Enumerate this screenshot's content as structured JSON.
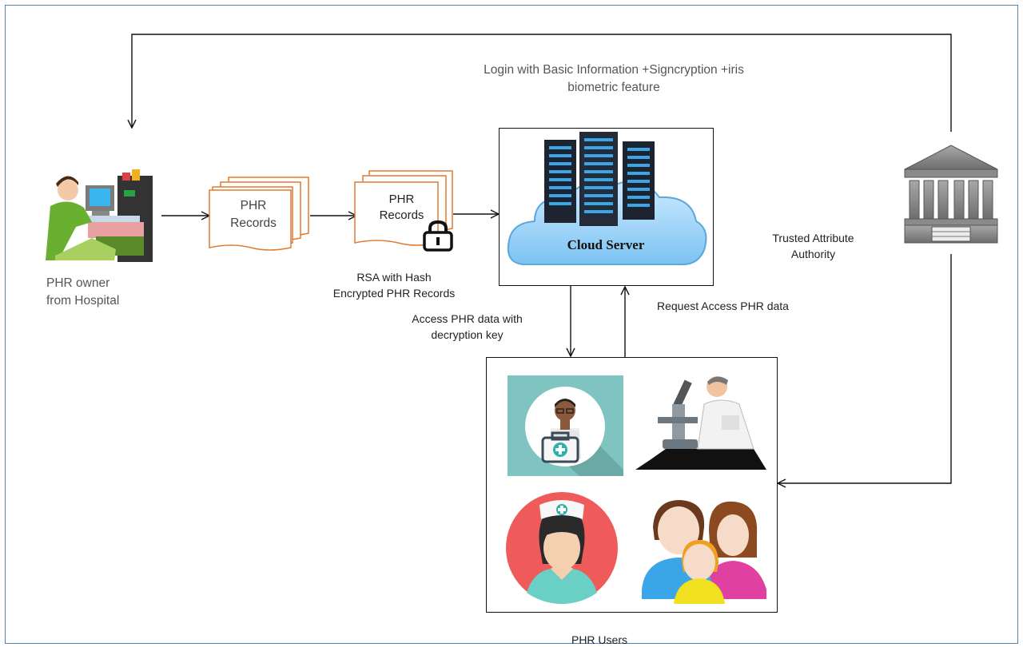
{
  "diagram": {
    "top_flow_label_line1": "Login with Basic Information +Signcryption +iris",
    "top_flow_label_line2": "biometric feature",
    "owner_label_line1": "PHR owner",
    "owner_label_line2": "from Hospital",
    "records_plain_line1": "PHR",
    "records_plain_line2": "Records",
    "records_encrypted_line1": "PHR",
    "records_encrypted_line2": "Records",
    "encryption_label_line1": "RSA with Hash",
    "encryption_label_line2": "Encrypted PHR Records",
    "cloud_label": "Cloud Server",
    "access_label_line1": "Access PHR data with",
    "access_label_line2": "decryption key",
    "request_label": "Request Access PHR data",
    "authority_label_line1": "Trusted Attribute",
    "authority_label_line2": "Authority",
    "users_label": "PHR Users"
  },
  "colors": {
    "frame": "#4a86b8",
    "document_outline": "#e07a2e",
    "server_blue": "#3aa6e8",
    "nurse_red": "#ef5a5a",
    "teal": "#7fc4c0"
  },
  "icons": [
    "computer-user-icon",
    "document-stack-icon",
    "padlock-icon",
    "server-cloud-icon",
    "bank-building-icon",
    "doctor-icon",
    "microscope-scientist-icon",
    "nurse-icon",
    "family-icon"
  ]
}
